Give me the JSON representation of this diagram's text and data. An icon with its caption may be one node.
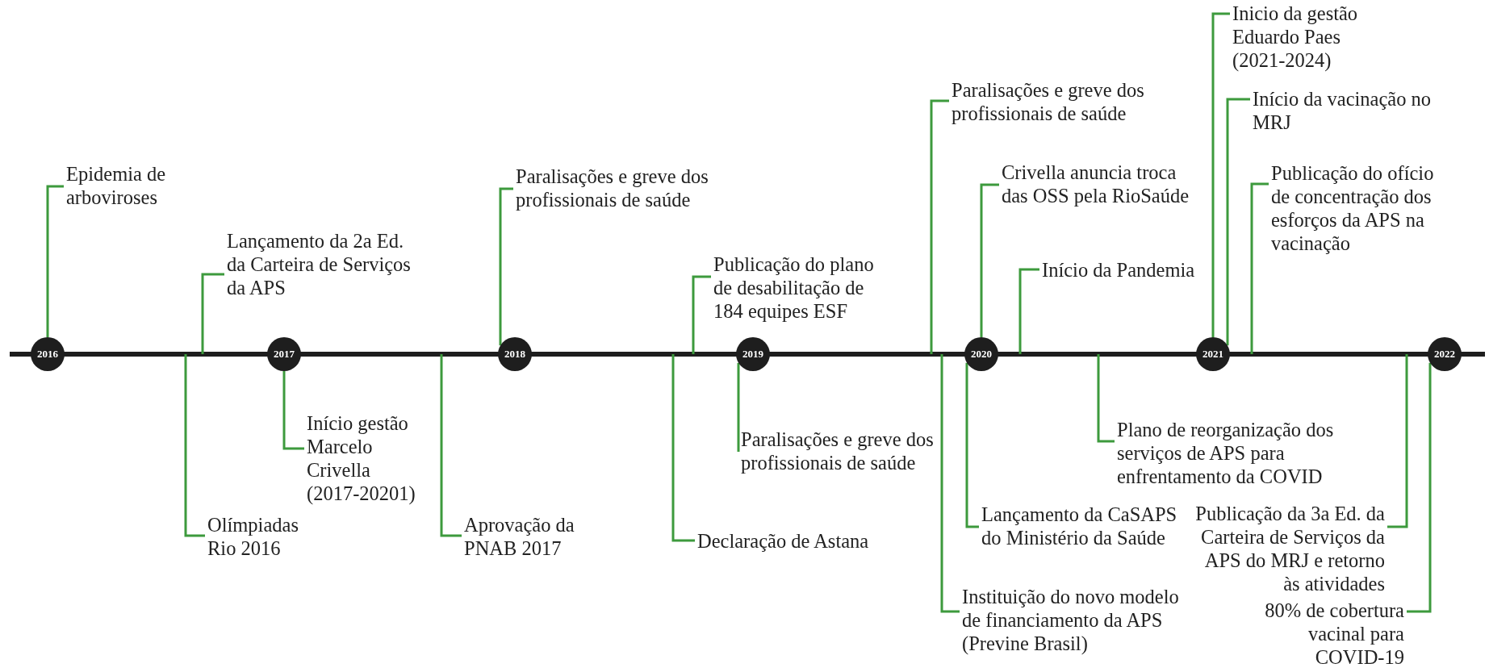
{
  "diagram": {
    "nodes": [
      {
        "text": [
          "2016"
        ]
      },
      {
        "text": [
          "Epidemia de arboviroses"
        ]
      },
      {
        "text": [
          "Olímpiadas Rio 2016"
        ]
      },
      {
        "text": [
          "Lançamento da 2a Ed. da Carteira de Serviços da APS"
        ]
      },
      {
        "text": [
          "2017"
        ]
      },
      {
        "text": [
          "Início gestão Marcelo Crivella (2017-20201)"
        ]
      },
      {
        "text": [
          "Aprovação da PNAB 2017"
        ]
      },
      {
        "text": [
          "Paralisações e greve dos profissionais de saúde"
        ]
      },
      {
        "text": [
          "2018"
        ]
      },
      {
        "text": [
          "Declaração de Astana"
        ]
      },
      {
        "text": [
          "Publicação do plano de desabilitação de 184 equipes ESF"
        ]
      },
      {
        "text": [
          "Paralisações e greve dos profissionais de saúde"
        ]
      },
      {
        "text": [
          "2019"
        ]
      },
      {
        "text": [
          "Paralisações e greve dos profissionais de saúde"
        ]
      },
      {
        "text": [
          "Instituição do novo modelo de financiamento da APS (Previne Brasil)"
        ]
      },
      {
        "text": [
          "Lançamento da CaSAPS do Ministério da Saúde"
        ]
      },
      {
        "text": [
          "2020"
        ]
      },
      {
        "text": [
          "Crivella anuncia troca das OSS pela RioSaúde"
        ]
      },
      {
        "text": [
          "Início da Pandemia"
        ]
      },
      {
        "text": [
          "Plano de reorganização dos serviços de APS para enfrentamento da COVID"
        ]
      },
      {
        "text": [
          "2021"
        ]
      },
      {
        "text": [
          "Inicio da gestão Eduardo Paes (2021-2024)"
        ]
      },
      {
        "text": [
          "Início da vacinação no MRJ"
        ]
      },
      {
        "text": [
          "Publicação do ofício de concentração dos esforços da APS na vacinação"
        ]
      },
      {
        "text": [
          "Publicação da 3a Ed. da Carteira de Serviços da APS do MRJ e retorno às atividades"
        ]
      },
      {
        "text": [
          "80% de cobertura vacinal para COVID-19"
        ]
      },
      {
        "text": [
          "2022"
        ]
      }
    ],
    "edges": [
      {
        "from": 1,
        "to": 0,
        "arrow": "none"
      },
      {
        "from": 2,
        "to": null,
        "arrow": "none"
      },
      {
        "from": 3,
        "to": null,
        "arrow": "none"
      },
      {
        "from": 5,
        "to": 4,
        "arrow": "none"
      },
      {
        "from": 6,
        "to": null,
        "arrow": "none"
      },
      {
        "from": 7,
        "to": 8,
        "arrow": "none"
      },
      {
        "from": 9,
        "to": null,
        "arrow": "none"
      },
      {
        "from": 10,
        "to": null,
        "arrow": "none"
      },
      {
        "from": 11,
        "to": 12,
        "arrow": "none"
      },
      {
        "from": 13,
        "to": null,
        "arrow": "none"
      },
      {
        "from": 14,
        "to": null,
        "arrow": "none"
      },
      {
        "from": 15,
        "to": 16,
        "arrow": "none"
      },
      {
        "from": 17,
        "to": 16,
        "arrow": "none"
      },
      {
        "from": 18,
        "to": null,
        "arrow": "none"
      },
      {
        "from": 19,
        "to": null,
        "arrow": "none"
      },
      {
        "from": 21,
        "to": 20,
        "arrow": "none"
      },
      {
        "from": 22,
        "to": 20,
        "arrow": "none"
      },
      {
        "from": 23,
        "to": null,
        "arrow": "none"
      },
      {
        "from": 24,
        "to": null,
        "arrow": "none"
      },
      {
        "from": 25,
        "to": 26,
        "arrow": "none"
      }
    ]
  }
}
